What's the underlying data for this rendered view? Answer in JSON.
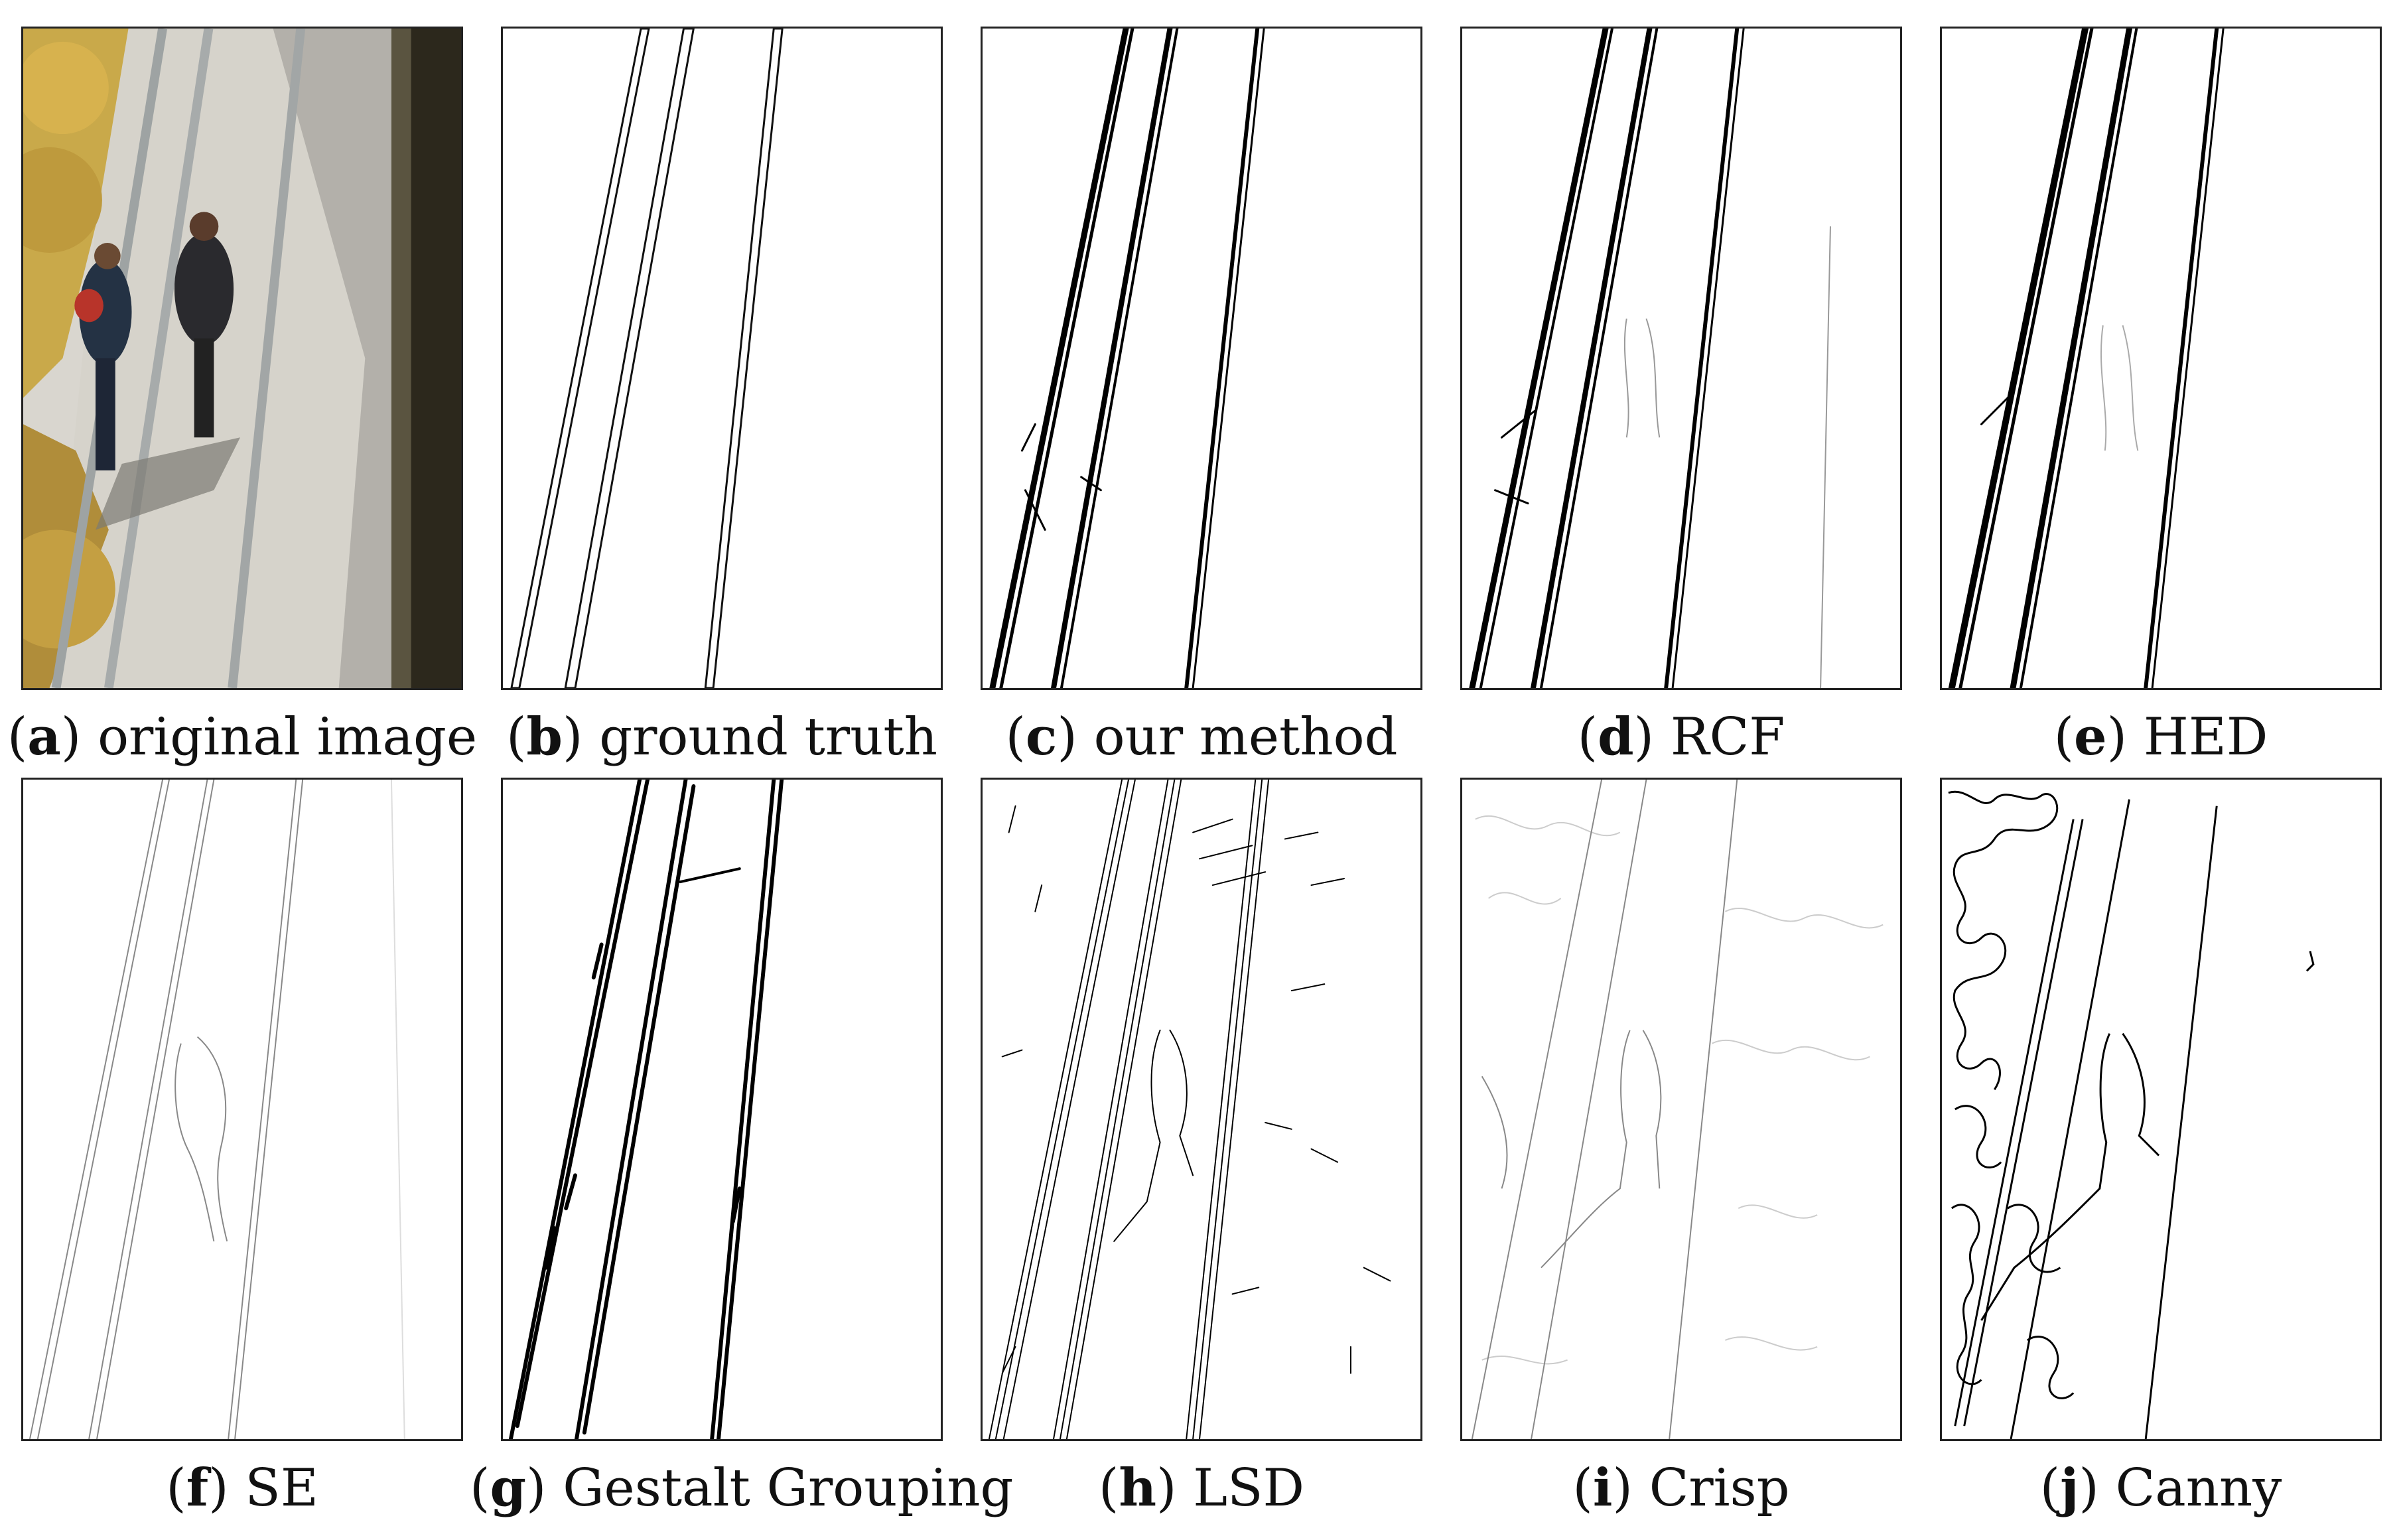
{
  "panels": [
    {
      "letter": "a",
      "label": "original image"
    },
    {
      "letter": "b",
      "label": "ground truth"
    },
    {
      "letter": "c",
      "label": "our method"
    },
    {
      "letter": "d",
      "label": "RCF"
    },
    {
      "letter": "e",
      "label": "HED"
    },
    {
      "letter": "f",
      "label": "SE"
    },
    {
      "letter": "g",
      "label": "Gestalt Grouping"
    },
    {
      "letter": "h",
      "label": "LSD"
    },
    {
      "letter": "i",
      "label": "Crisp"
    },
    {
      "letter": "j",
      "label": "Canny"
    }
  ]
}
